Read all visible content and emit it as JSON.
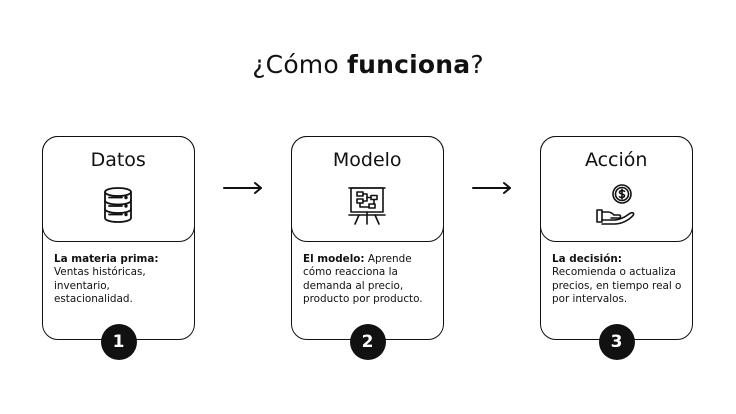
{
  "title": {
    "prefix": "¿Cómo ",
    "bold": "funciona",
    "suffix": "?"
  },
  "steps": [
    {
      "number": "1",
      "title": "Datos",
      "icon": "database-icon",
      "text_bold": "La materia prima:",
      "text_rest": " Ventas históricas, inventario, estacionalidad."
    },
    {
      "number": "2",
      "title": "Modelo",
      "icon": "flowchart-presentation-icon",
      "text_bold": "El modelo:",
      "text_rest": " Aprende cómo reacciona la demanda al precio, producto por producto."
    },
    {
      "number": "3",
      "title": "Acción",
      "icon": "dollar-hand-icon",
      "text_bold": "La decisión:",
      "text_rest": " Recomienda o actualiza precios, en tiempo real o por intervalos."
    }
  ],
  "colors": {
    "ink": "#111111",
    "background": "#ffffff"
  }
}
